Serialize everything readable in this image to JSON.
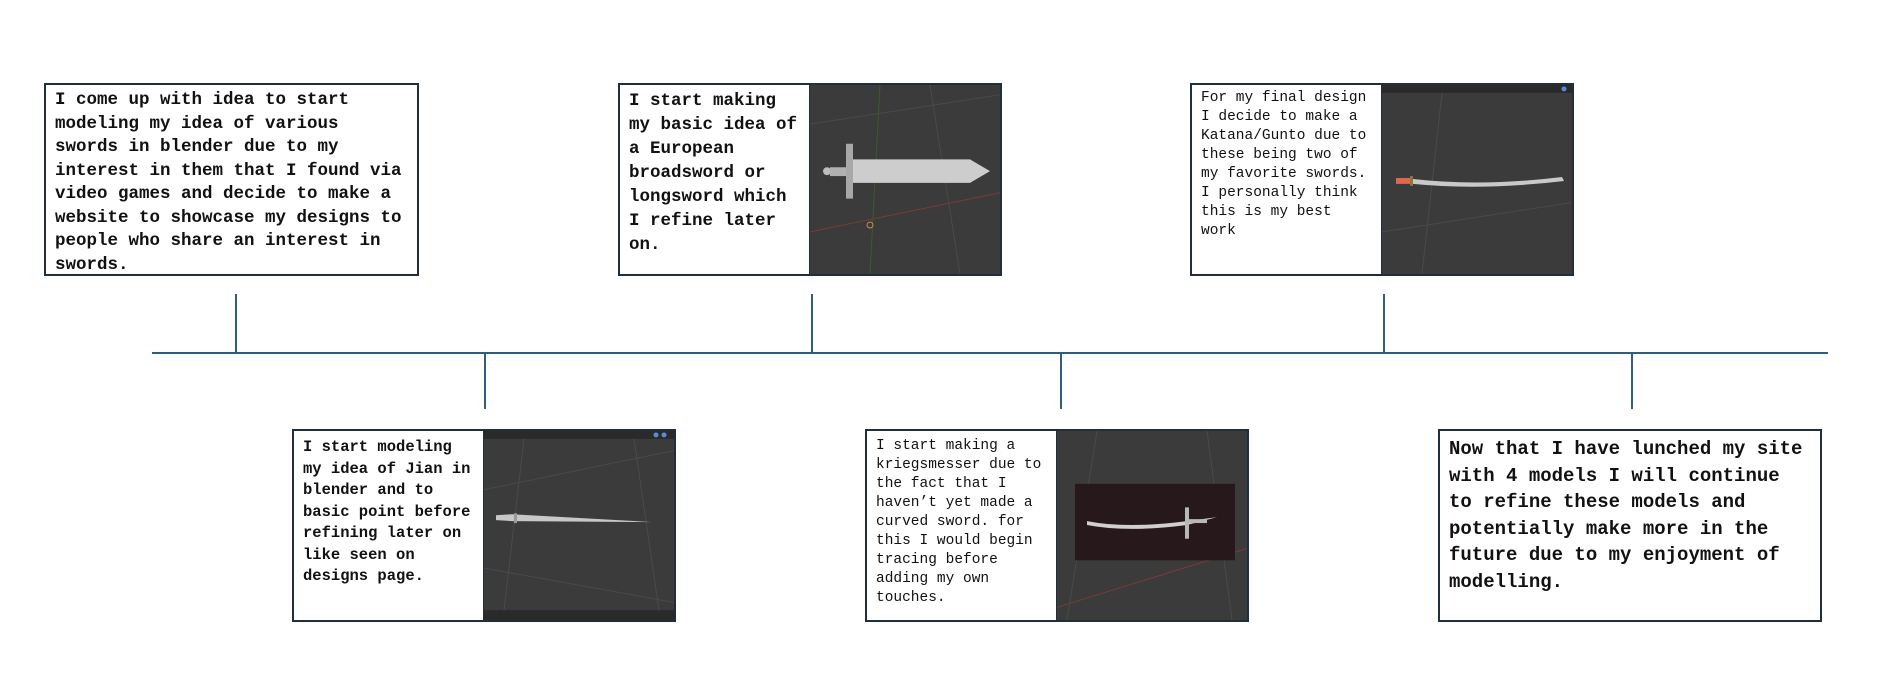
{
  "colors": {
    "timeline_line": "#2f5f7a",
    "card_border": "#1f2f3d",
    "viewport_background": "#3b3b3b"
  },
  "events": [
    {
      "text": "I come up with idea to start modeling my idea of various swords in blender due to my interest in them that I found via video games and decide to make a website to showcase my designs to people who share an interest in swords.",
      "image": null
    },
    {
      "text": "I start modeling my idea of Jian in blender and to basic point before refining later on like seen on designs page.",
      "image": "blender-jian-render"
    },
    {
      "text": "I start making my basic idea of a European broadsword or longsword which I refine later on.",
      "image": "blender-broadsword-render"
    },
    {
      "text": "I start making a kriegsmesser due to the fact that I haven’t yet made a curved sword. for this I would begin tracing before adding my own touches.",
      "image": "blender-kriegsmesser-render"
    },
    {
      "text": "For my final design I decide to make a Katana/Gunto due to these being two of my favorite swords. I personally think this is my best work",
      "image": "blender-katana-render"
    },
    {
      "text": "Now that I have lunched my site with 4 models I will continue to refine these models and potentially make more in the future due to my enjoyment of modelling.",
      "image": null
    }
  ]
}
